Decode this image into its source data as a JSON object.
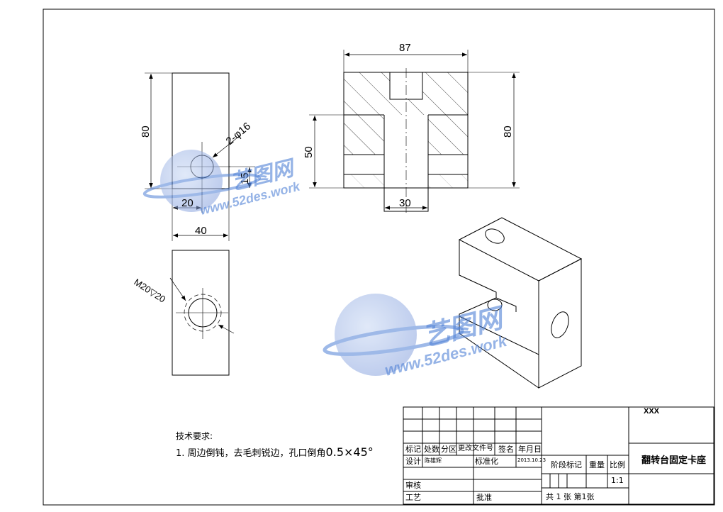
{
  "drawing": {
    "dims": {
      "width_87": "87",
      "height_80_right": "80",
      "height_50": "50",
      "width_30": "30",
      "height_80_left": "80",
      "hole_2xphi16": "2-φ16",
      "offset_15": "15",
      "offset_20": "20",
      "width_40": "40",
      "thread": "M20▽20"
    },
    "watermark": {
      "brand": "艺图网",
      "url": "www.52des.work"
    }
  },
  "technical_requirements": {
    "title": "技术要求:",
    "item_prefix": "1. 周边倒钝，去毛刺锐边，孔口倒角",
    "item_chamfer": "0.5×45°"
  },
  "title_block": {
    "company": "XXX",
    "part_name": "翻转台固定卡座",
    "headers": {
      "mark": "标记",
      "count": "处数",
      "zone": "分区",
      "change_doc": "更改文件号",
      "sign": "签名",
      "date": "年月日"
    },
    "design_label": "设计",
    "design_name": "陈雄辉",
    "design_date": "2013.10.23",
    "standardize_label": "标准化",
    "stage_mark_label": "阶段标记",
    "weight_label": "重量",
    "scale_label": "比例",
    "scale_value": "1:1",
    "check_label": "审核",
    "process_label": "工艺",
    "approve_label": "批准",
    "sheets": "共 1 张  第1张"
  }
}
